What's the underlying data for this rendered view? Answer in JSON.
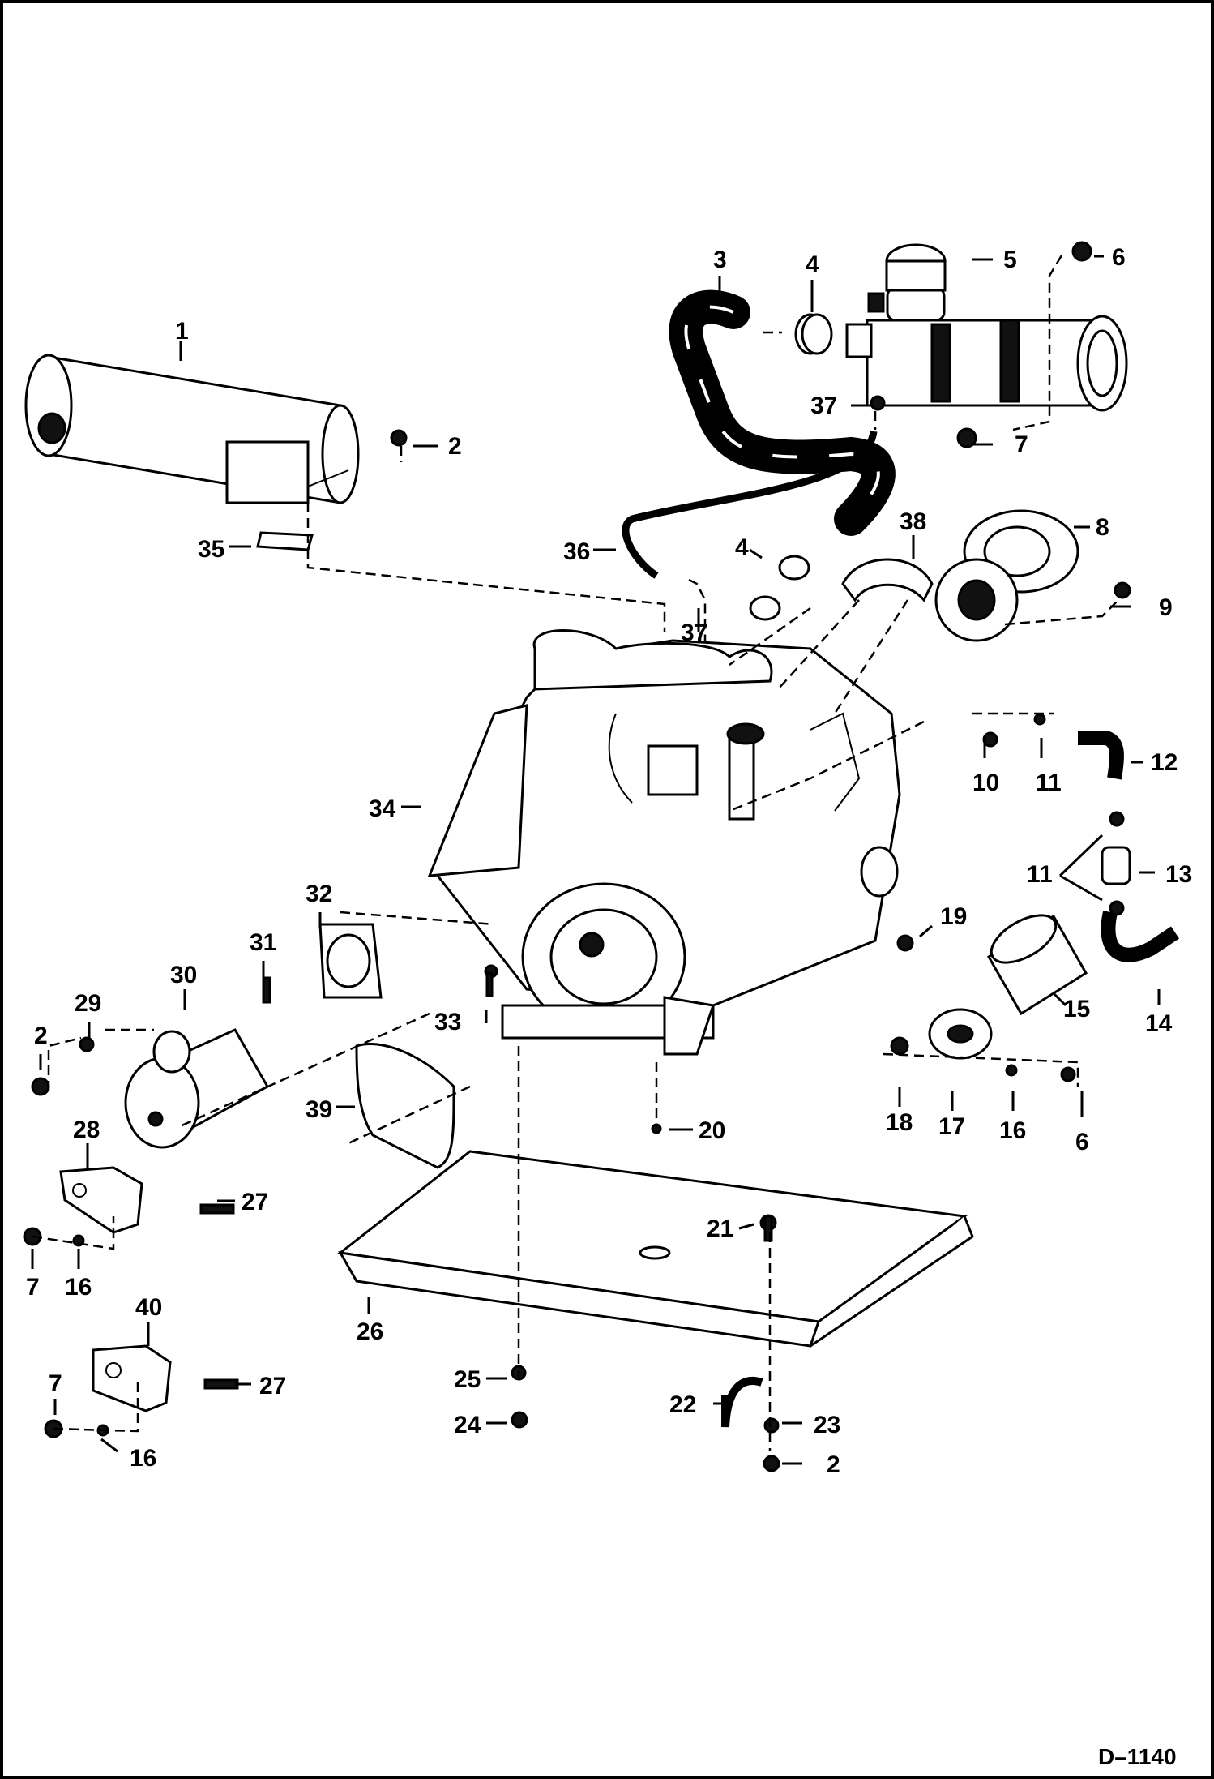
{
  "drawing_id": "D–1140",
  "callouts": [
    {
      "text": "1"
    },
    {
      "text": "2"
    },
    {
      "text": "35"
    },
    {
      "text": "3"
    },
    {
      "text": "4"
    },
    {
      "text": "5"
    },
    {
      "text": "6"
    },
    {
      "text": "37"
    },
    {
      "text": "7"
    },
    {
      "text": "36"
    },
    {
      "text": "4"
    },
    {
      "text": "38"
    },
    {
      "text": "8"
    },
    {
      "text": "9"
    },
    {
      "text": "37"
    },
    {
      "text": "34"
    },
    {
      "text": "10"
    },
    {
      "text": "11"
    },
    {
      "text": "12"
    },
    {
      "text": "11"
    },
    {
      "text": "13"
    },
    {
      "text": "14"
    },
    {
      "text": "32"
    },
    {
      "text": "31"
    },
    {
      "text": "30"
    },
    {
      "text": "29"
    },
    {
      "text": "2"
    },
    {
      "text": "33"
    },
    {
      "text": "19"
    },
    {
      "text": "15"
    },
    {
      "text": "39"
    },
    {
      "text": "20"
    },
    {
      "text": "18"
    },
    {
      "text": "17"
    },
    {
      "text": "16"
    },
    {
      "text": "6"
    },
    {
      "text": "28"
    },
    {
      "text": "27"
    },
    {
      "text": "7"
    },
    {
      "text": "16"
    },
    {
      "text": "21"
    },
    {
      "text": "26"
    },
    {
      "text": "40"
    },
    {
      "text": "7"
    },
    {
      "text": "27"
    },
    {
      "text": "16"
    },
    {
      "text": "25"
    },
    {
      "text": "24"
    },
    {
      "text": "22"
    },
    {
      "text": "23"
    },
    {
      "text": "2"
    }
  ]
}
